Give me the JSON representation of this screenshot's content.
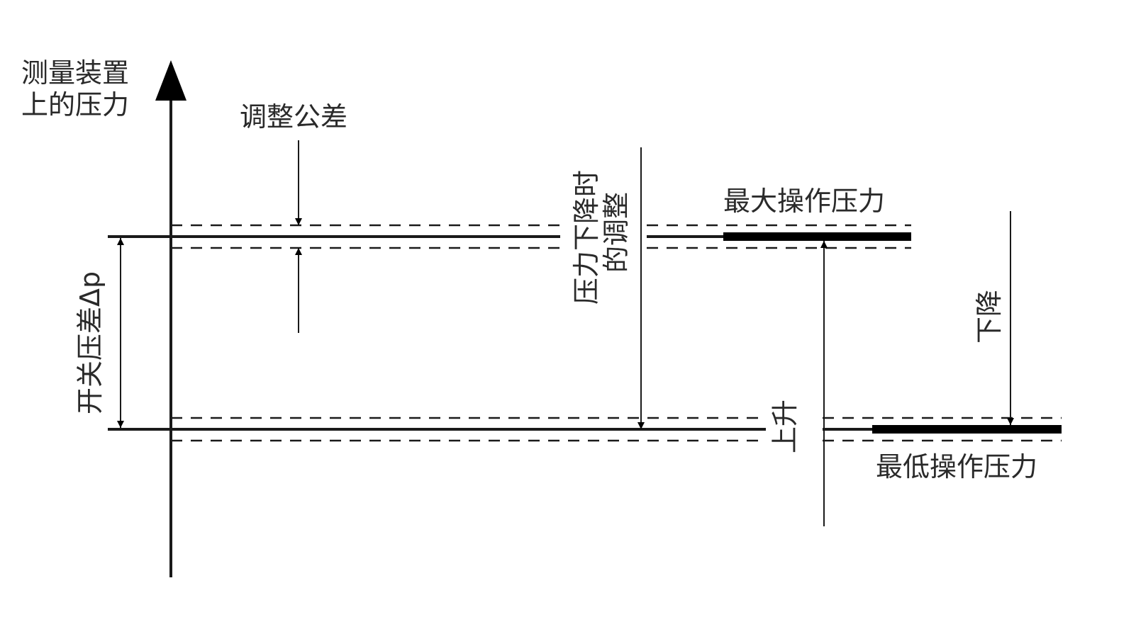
{
  "axis_label": {
    "line1": "测量装置",
    "line2": "上的压力"
  },
  "labels": {
    "adjust_tolerance": "调整公差",
    "adjust_on_fall_line1": "压力下降时",
    "adjust_on_fall_line2": "的调整",
    "max_operating_pressure": "最大操作压力",
    "min_operating_pressure": "最低操作压力",
    "switching_differential": "开关压差Δp",
    "rising": "上升",
    "falling": "下降"
  }
}
